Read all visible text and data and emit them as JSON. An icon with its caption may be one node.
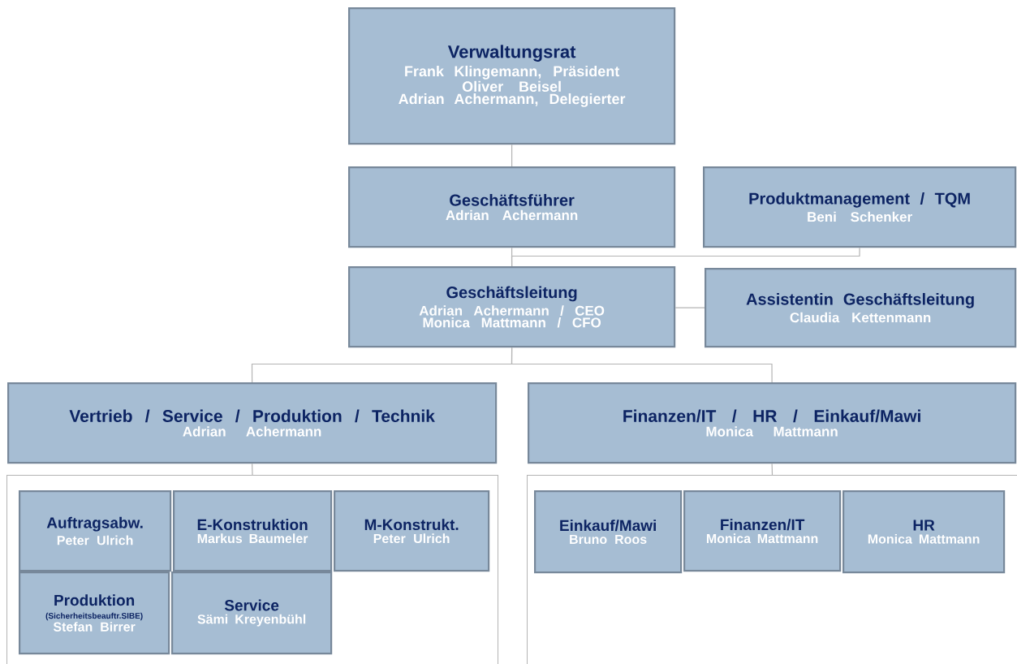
{
  "diagram": {
    "nodes": [
      {
        "text": [
          "Verwaltungsrat",
          "Frank Klingemann, Präsident",
          "Oliver Beisel",
          "Adrian Achermann, Delegierter"
        ]
      },
      {
        "text": [
          "Geschäftsführer",
          "Adrian Achermann"
        ]
      },
      {
        "text": [
          "Produktmanagement / TQM",
          "Beni Schenker"
        ]
      },
      {
        "text": [
          "Geschäftsleitung",
          "Adrian Achermann / CEO",
          "Monica Mattmann / CFO"
        ]
      },
      {
        "text": [
          "Assistentin Geschäftsleitung",
          "Claudia Kettenmann"
        ]
      },
      {
        "text": [
          "Vertrieb / Service / Produktion / Technik",
          "Adrian Achermann"
        ]
      },
      {
        "text": [
          "Finanzen/IT / HR / Einkauf/Mawi",
          "Monica Mattmann"
        ]
      },
      {
        "text": [],
        "shape": "box"
      },
      {
        "text": [
          "Auftragsabw.",
          "Peter Ulrich"
        ],
        "in": 7
      },
      {
        "text": [
          "E-Konstruktion",
          "Markus Baumeler"
        ],
        "in": 7
      },
      {
        "text": [
          "M-Konstrukt.",
          "Peter Ulrich"
        ],
        "in": 7
      },
      {
        "text": [
          "Produktion",
          "(Sicherheitsbeauftr.SIBE)",
          "Stefan Birrer"
        ],
        "in": 7
      },
      {
        "text": [
          "Service",
          "Sämi Kreyenbühl"
        ],
        "in": 7
      },
      {
        "text": [],
        "shape": "box"
      },
      {
        "text": [
          "Einkauf/Mawi",
          "Bruno Roos"
        ],
        "in": 13
      },
      {
        "text": [
          "Finanzen/IT",
          "Monica Mattmann"
        ],
        "in": 13
      },
      {
        "text": [
          "HR",
          "Monica Mattmann"
        ],
        "in": 13
      }
    ],
    "edges": [
      {
        "from": 0,
        "to": 1,
        "arrow": "none"
      },
      {
        "from": 1,
        "to": 3,
        "arrow": "none"
      },
      {
        "from": 2,
        "to": 3,
        "arrow": "none"
      },
      {
        "from": 4,
        "to": 3,
        "arrow": "none"
      },
      {
        "from": 3,
        "to": 5,
        "arrow": "none"
      },
      {
        "from": 3,
        "to": 6,
        "arrow": "none"
      },
      {
        "from": 5,
        "to": 7,
        "arrow": "none"
      },
      {
        "from": 6,
        "to": 13,
        "arrow": "none"
      }
    ]
  }
}
